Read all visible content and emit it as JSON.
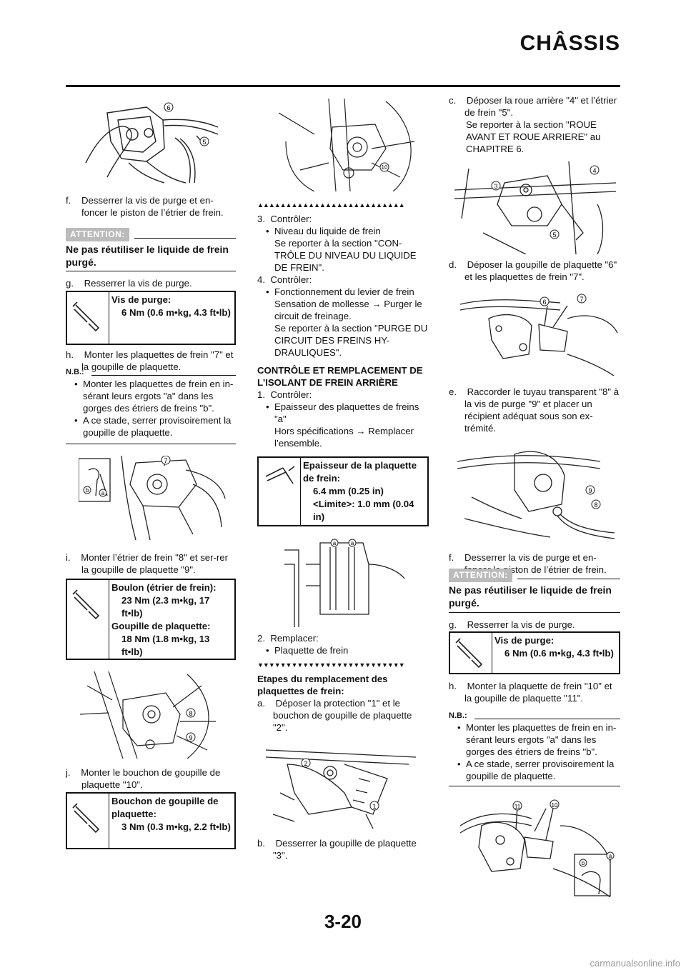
{
  "header": {
    "title": "CHÂSSIS"
  },
  "footer": {
    "page_number": "3-20",
    "watermark": "carmanualsonline.info"
  },
  "col1": {
    "f_text": "f.  Desserrer la vis de purge et en-foncer le piston de l’étrier de frein.",
    "f_label": "f.",
    "f_body": "Desserrer la vis de purge et en-foncer le piston de l’étrier de frein.",
    "attention_label": "ATTENTION:",
    "attention_text": "Ne pas réutiliser le liquide de frein purgé.",
    "g_label": "g.",
    "g_body": "Resserrer la vis de purge.",
    "spec1_title": "Vis de purge:",
    "spec1_value": "6 Nm (0.6 m•kg, 4.3 ft•lb)",
    "h_label": "h.",
    "h_body": "Monter les plaquettes de frein \"7\" et la goupille de plaquette.",
    "nb_label": "N.B.:",
    "nb_items": [
      "Monter les plaquettes de frein en in-sérant leurs ergots \"a\" dans les gorges des étriers de freins \"b\".",
      "A ce stade, serrer provisoirement la goupille de plaquette."
    ],
    "i_label": "i.",
    "i_body": "Monter l’étrier de frein \"8\" et ser-rer la goupille de plaquette \"9\".",
    "spec2_title_a": "Boulon (étrier de frein):",
    "spec2_value_a": "23 Nm (2.3 m•kg, 17 ft•lb)",
    "spec2_title_b": "Goupille de plaquette:",
    "spec2_value_b": "18 Nm (1.8 m•kg, 13 ft•lb)",
    "j_label": "j.",
    "j_body": "Monter le bouchon de goupille de plaquette \"10\".",
    "spec3_title": "Bouchon de goupille de plaquette:",
    "spec3_value": "3 Nm (0.3 m•kg, 2.2 ft•lb)",
    "fig_labels": {
      "a": "a",
      "b": "b",
      "n5": "5",
      "n6": "6",
      "n7": "7",
      "n8": "8",
      "n9": "9"
    }
  },
  "col2": {
    "s3_label": "3.",
    "s3_head": "Contrôler:",
    "s3_bullet": "Niveau du liquide de frein",
    "s3_ref": "Se reporter à la section \"CON-TRÔLE DU NIVEAU DU LIQUIDE DE FREIN\".",
    "s4_label": "4.",
    "s4_head": "Contrôler:",
    "s4_bullet": "Fonctionnement du levier de frein",
    "s4_detail": "Sensation de mollesse → Purger le circuit de freinage.",
    "s4_ref": "Se reporter à la section \"PURGE DU CIRCUIT DES FREINS HY-DRAULIQUES\".",
    "section_heading": "CONTRÔLE ET REMPLACEMENT DE L'ISOLANT DE FREIN ARRIÈRE",
    "s1_label": "1.",
    "s1_head": "Contrôler:",
    "s1_bullet": "Epaisseur des plaquettes de freins \"a\"",
    "s1_detail": "Hors spécifications → Remplacer l’ensemble.",
    "spec4_title": "Epaisseur de la plaquette de frein:",
    "spec4_value_a": "6.4 mm (0.25 in)",
    "spec4_value_b": "<Limite>: 1.0 mm (0.04 in)",
    "s2_label": "2.",
    "s2_head": "Remplacer:",
    "s2_bullet": "Plaquette de frein",
    "steps_heading": "Etapes du remplacement des plaquettes de frein:",
    "a_label": "a.",
    "a_body": "Déposer la protection \"1\" et le bouchon de goupille de plaquette \"2\".",
    "b_label": "b.",
    "b_body": "Desserrer la goupille de plaquette \"3\".",
    "fig_labels": {
      "a": "a",
      "n1": "1",
      "n2": "2",
      "n10": "10"
    }
  },
  "col3": {
    "c_label": "c.",
    "c_body": "Déposer la roue arrière \"4\" et l’étrier de frein \"5\".",
    "c_ref": "Se reporter à la section \"ROUE AVANT ET ROUE ARRIERE\" au CHAPITRE 6.",
    "d_label": "d.",
    "d_body": "Déposer la goupille de plaquette \"6\" et les plaquettes de frein \"7\".",
    "e_label": "e.",
    "e_body": "Raccorder le tuyau transparent \"8\" à la vis de purge \"9\" et placer un récipient adéquat sous son ex-trémité.",
    "f_label": "f.",
    "f_body": "Desserrer la vis de purge et en-foncer le piston de l’étrier de frein.",
    "attention_label": "ATTENTION:",
    "attention_text": "Ne pas réutiliser le liquide de frein purgé.",
    "g_label": "g.",
    "g_body": "Resserrer la vis de purge.",
    "spec5_title": "Vis de purge:",
    "spec5_value": "6 Nm (0.6 m•kg, 4.3 ft•lb)",
    "h_label": "h.",
    "h_body": "Monter la plaquette de frein \"10\" et la goupille de plaquette \"11\".",
    "nb_label": "N.B.:",
    "nb_items": [
      "Monter les plaquettes de frein en in-sérant leurs ergots \"a\" dans les gorges des étriers de freins \"b\".",
      "A ce stade, serrer provisoirement la goupille de plaquette."
    ],
    "fig_labels": {
      "a": "a",
      "b": "b",
      "n3": "3",
      "n4": "4",
      "n5": "5",
      "n6": "6",
      "n7": "7",
      "n8": "8",
      "n9": "9",
      "n10": "10",
      "n11": "11"
    }
  },
  "marks": {
    "up_triangles": "▲▲▲▲▲▲▲▲▲▲▲▲▲▲▲▲▲▲▲▲▲▲▲▲▲▲",
    "down_triangles": "▼▼▼▼▼▼▼▼▼▼▼▼▼▼▼▼▼▼▼▼▼▼▼▼▼▼"
  },
  "icons": {
    "wrench": "torque-wrench-icon",
    "caliper": "vernier-caliper-icon"
  }
}
